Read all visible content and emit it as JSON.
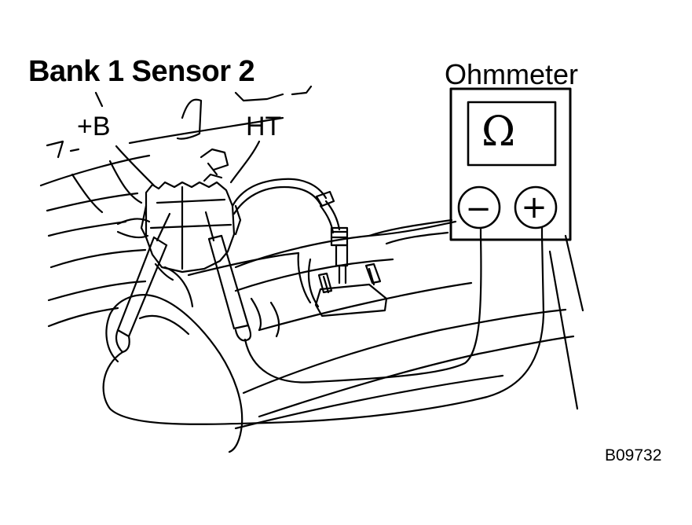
{
  "diagram": {
    "title": "Bank 1 Sensor 2",
    "meter_label": "Ohmmeter",
    "terminal_plus_b": "+B",
    "terminal_ht": "HT",
    "meter_display_symbol": "Ω",
    "meter_minus_symbol": "−",
    "meter_plus_symbol": "+",
    "figure_code": "B09732"
  },
  "colors": {
    "ink": "#000000",
    "background": "#ffffff"
  }
}
